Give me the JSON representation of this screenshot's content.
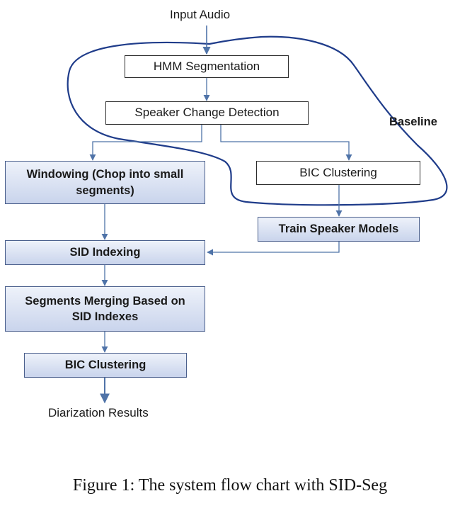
{
  "diagram": {
    "input_label": "Input Audio",
    "output_label": "Diarization Results",
    "baseline_label": "Baseline",
    "nodes": {
      "hmm_segmentation": "HMM Segmentation",
      "speaker_change_detection": "Speaker Change Detection",
      "bic_clustering_baseline": "BIC Clustering",
      "windowing_line1": "Windowing (Chop into small",
      "windowing_line2": "segments)",
      "train_speaker_models": "Train Speaker Models",
      "sid_indexing": "SID Indexing",
      "segments_merging_line1": "Segments Merging Based on",
      "segments_merging_line2": "SID Indexes",
      "bic_clustering_final": "BIC Clustering"
    },
    "colors": {
      "arrow": "#4f73a8",
      "baseline_outline": "#1f3c8a",
      "shaded_box_top": "#eef2fa",
      "shaded_box_bottom": "#c9d4ec"
    }
  },
  "caption": "Figure 1: The system flow chart with SID-Seg"
}
